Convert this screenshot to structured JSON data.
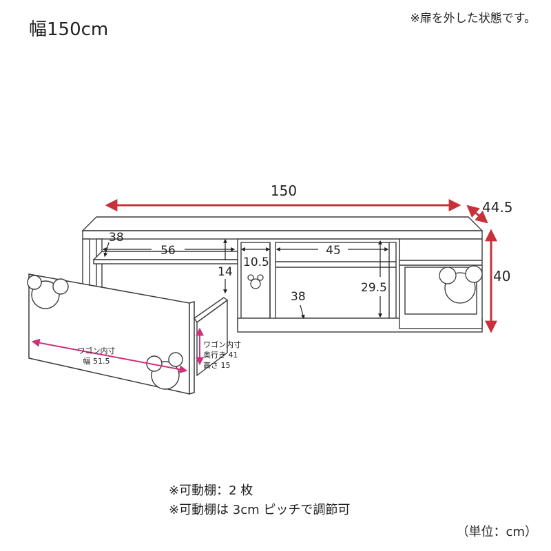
{
  "header": {
    "width_title": "幅150cm",
    "door_note": "※扉を外した状態です。"
  },
  "dimensions": {
    "total_width": "150",
    "depth": "44.5",
    "height": "40",
    "left_shelf_depth": "38",
    "left_shelf_width": "56",
    "left_shelf_height": "14",
    "center_small_width": "10.5",
    "center_width": "45",
    "center_height": "29.5",
    "center_depth": "38"
  },
  "wagon": {
    "front_label": "ワゴン内寸",
    "front_width": "幅 51.5",
    "side_label": "ワゴン内寸",
    "side_depth": "奥行き 41",
    "side_height": "高さ 15"
  },
  "notes": {
    "shelves": "※可動棚：2 枚",
    "pitch": "※可動棚は 3cm ピッチで調節可"
  },
  "unit_label": "（単位：cm）",
  "colors": {
    "arrow_red": "#c8303a",
    "line": "#3a3a3a",
    "fill": "#ffffff"
  }
}
